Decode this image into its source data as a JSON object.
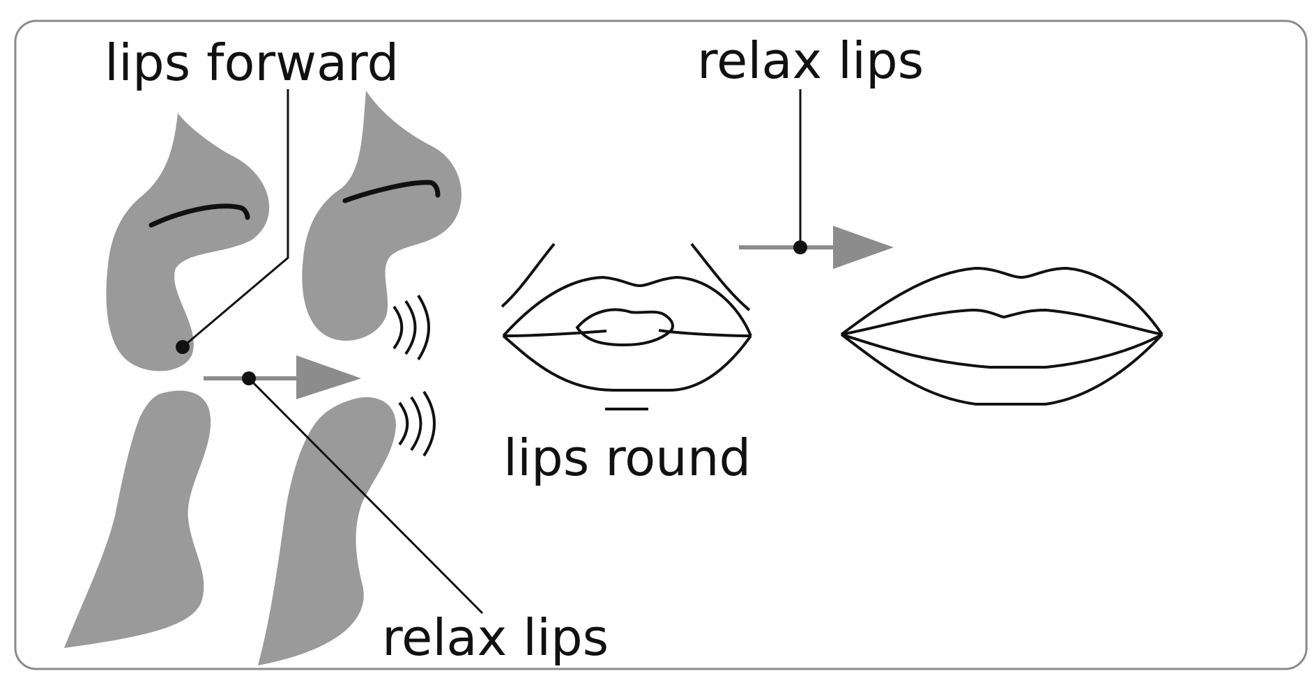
{
  "labels": {
    "lips_forward": "lips forward",
    "relax_lips_top": "relax lips",
    "lips_round": "lips round",
    "relax_lips_bottom": "relax lips"
  },
  "colors": {
    "frame": "#8a8a8a",
    "profile_fill": "#9a9a9a",
    "arrow": "#8c8c8c",
    "ink": "#111111"
  }
}
